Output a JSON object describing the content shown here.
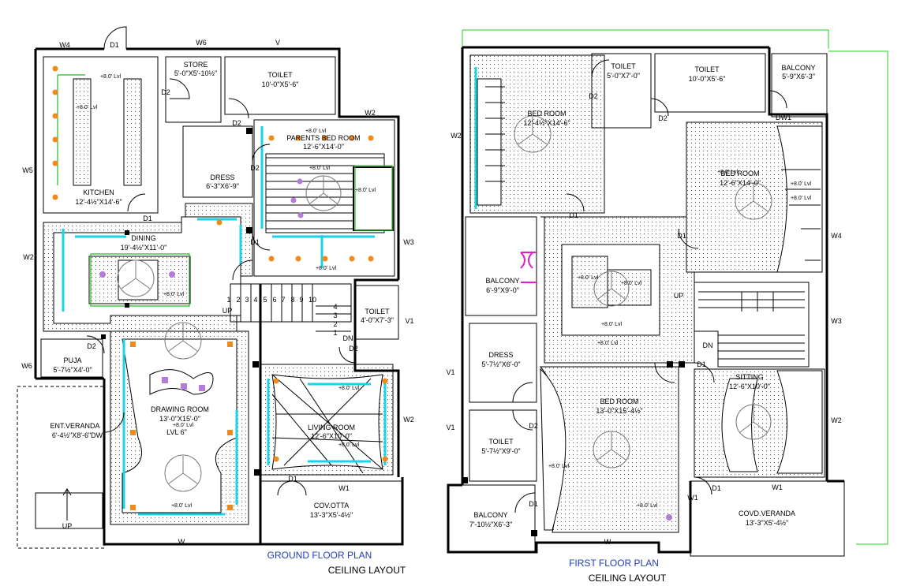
{
  "ground_floor": {
    "title": "GROUND FLOOR PLAN",
    "subtitle": "CEILING LAYOUT",
    "rooms": [
      {
        "name": "KITCHEN",
        "dims": "12'-4½\"X14'-6\""
      },
      {
        "name": "STORE",
        "dims": "5'-0\"X5'-10½\""
      },
      {
        "name": "TOILET",
        "dims": "10'-0\"X5'-6\""
      },
      {
        "name": "PARENTS BED ROOM",
        "dims": "12'-6\"X14'-0\""
      },
      {
        "name": "DRESS",
        "dims": "6'-3\"X6'-9\""
      },
      {
        "name": "DINING",
        "dims": "19'-4½\"X11'-0\""
      },
      {
        "name": "TOILET",
        "dims": "4'-0\"X7'-3\""
      },
      {
        "name": "PUJA",
        "dims": "5'-7½\"X4'-0\""
      },
      {
        "name": "DRAWING ROOM",
        "dims": "13'-0\"X15'-0\"",
        "extra": "LVL 6\""
      },
      {
        "name": "ENT.VERANDA",
        "dims": "6'-4½\"X8'-6\"DW"
      },
      {
        "name": "LIVING ROOM",
        "dims": "12'-6\"X10'-0\""
      },
      {
        "name": "COV.OTTA",
        "dims": "13'-3\"X5'-4½\""
      }
    ],
    "tags": {
      "d1": "D1",
      "d2": "D2",
      "w": "W",
      "w1": "W1",
      "w2": "W2",
      "w3": "W3",
      "w4": "W4",
      "w5": "W5",
      "w6": "W6",
      "v": "V",
      "v1": "V1",
      "up": "UP",
      "dn": "DN"
    },
    "stair_numbers": [
      "1",
      "2",
      "3",
      "4",
      "5",
      "6",
      "7",
      "8",
      "9",
      "10"
    ],
    "landing_numbers": [
      "4",
      "3",
      "2",
      "1"
    ],
    "level_mark": "+8.0' Lvl"
  },
  "first_floor": {
    "title": "FIRST FLOOR PLAN",
    "subtitle": "CEILING LAYOUT",
    "rooms": [
      {
        "name": "BED ROOM",
        "dims": "12'-4½\"X14'-6\""
      },
      {
        "name": "TOILET",
        "dims": "5'-0\"X7'-0\""
      },
      {
        "name": "TOILET",
        "dims": "10'-0\"X5'-6\""
      },
      {
        "name": "BALCONY",
        "dims": "5'-9\"X6'-3\""
      },
      {
        "name": "BED ROOM",
        "dims": "12'-6\"X14'-0\""
      },
      {
        "name": "BALCONY",
        "dims": "6'-9\"X9'-0\""
      },
      {
        "name": "DRESS",
        "dims": "5'-7½\"X6'-0\""
      },
      {
        "name": "TOILET",
        "dims": "5'-7½\"X9'-0\""
      },
      {
        "name": "BED ROOM",
        "dims": "13'-0\"X15'-4½\""
      },
      {
        "name": "SITTING",
        "dims": "12'-6\"X10'-0\""
      },
      {
        "name": "BALCONY",
        "dims": "7'-10½\"X6'-3\""
      },
      {
        "name": "COVD.VERANDA",
        "dims": "13'-3\"X5'-4½\""
      }
    ],
    "tags": {
      "d1": "D1",
      "d2": "D2",
      "dw1": "DW1",
      "w": "W",
      "w1": "W1",
      "w2": "W2",
      "w3": "W3",
      "w4": "W4",
      "v1": "V1",
      "up": "UP",
      "dn": "DN"
    },
    "level_mark": "+8.0' Lvl"
  },
  "colors": {
    "wall": "#000000",
    "cyan_light": "#19d3e6",
    "orange_light": "#f08a1a",
    "purple_light": "#b57bd9",
    "green_outline": "#1fbf1f",
    "magenta": "#e01fc8",
    "blue_title": "#1f3fbf"
  }
}
